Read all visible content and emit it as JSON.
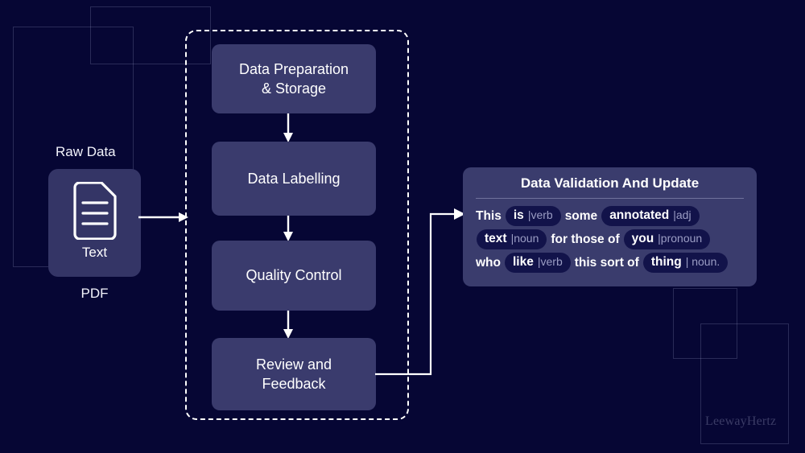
{
  "background_color": "#060634",
  "watermark": "LeewayHertz",
  "raw_data": {
    "title": "Raw Data",
    "card_label": "Text",
    "card_icon": "document-text-icon",
    "caption": "PDF"
  },
  "pipeline": {
    "steps": [
      {
        "label": "Data Preparation\n& Storage"
      },
      {
        "label": "Data Labelling"
      },
      {
        "label": "Quality Control"
      },
      {
        "label": "Review and\nFeedback"
      }
    ],
    "box_color": "#3a3b6d",
    "border_style": "dashed"
  },
  "validation_panel": {
    "title": "Data Validation And Update",
    "panel_color": "#3a3c6d",
    "pill_color": "#12134a",
    "tag_color": "#9b9dc4",
    "lines": [
      [
        {
          "type": "plain",
          "text": "This"
        },
        {
          "type": "pill",
          "word": "is",
          "tag": "|verb"
        },
        {
          "type": "plain",
          "text": "some"
        },
        {
          "type": "pill",
          "word": "annotated",
          "tag": "|adj"
        }
      ],
      [
        {
          "type": "pill",
          "word": "text",
          "tag": "|noun"
        },
        {
          "type": "plain",
          "text": "for those of"
        },
        {
          "type": "pill",
          "word": "you",
          "tag": "|pronoun"
        }
      ],
      [
        {
          "type": "plain",
          "text": "who"
        },
        {
          "type": "pill",
          "word": "like",
          "tag": "|verb"
        },
        {
          "type": "plain",
          "text": "this sort of"
        },
        {
          "type": "pill",
          "word": "thing",
          "tag": "| noun."
        }
      ]
    ]
  },
  "connectors": {
    "doc_to_pipeline": "arrow-right",
    "step_arrows": "arrow-down",
    "pipeline_to_panel": "elbow-arrow-right"
  }
}
